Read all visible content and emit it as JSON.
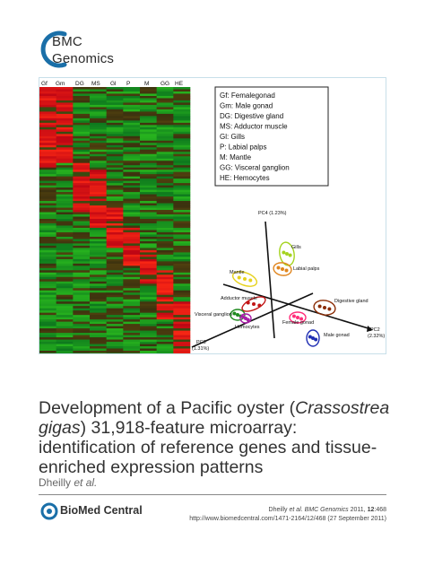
{
  "journal": {
    "line1": "BMC",
    "line2": "Genomics"
  },
  "figure": {
    "heatmap_columns": [
      "Gf",
      "Gm",
      "DG",
      "MS",
      "Gl",
      "P",
      "M",
      "GG",
      "HE"
    ],
    "legend": [
      "Gf: Femalegonad",
      "Gm: Male gonad",
      "DG: Digestive gland",
      "MS: Adductor muscle",
      "Gl: Gills",
      "P: Labial palps",
      "M: Mantle",
      "GG: Visceral ganglion",
      "HE: Hemocytes"
    ],
    "pca": {
      "pc4_label": "PC4 (1.23%)",
      "pc2_label": "PC2",
      "pc2_value": "(2.32%)",
      "pc3_label": "PC3",
      "pc3_value": "(1.31%)",
      "clusters": [
        {
          "label": "Gills",
          "color": "#a5d31f"
        },
        {
          "label": "Labial palps",
          "color": "#e0851e"
        },
        {
          "label": "Mantle",
          "color": "#e6d21e"
        },
        {
          "label": "Adductor muscle",
          "color": "#c21515"
        },
        {
          "label": "Digestive gland",
          "color": "#8b2c05"
        },
        {
          "label": "Visceral ganglion",
          "color": "#1f8a1f"
        },
        {
          "label": "Hemocytes",
          "color": "#a81ea8"
        },
        {
          "label": "Female gonad",
          "color": "#ff2e7a"
        },
        {
          "label": "Male gonad",
          "color": "#1f2eb3"
        }
      ]
    }
  },
  "paper": {
    "title_part1": "Development of a Pacific oyster (",
    "title_species": "Crassostrea gigas",
    "title_part2": ") 31,918-feature microarray: identification of reference genes and tissue-enriched expression patterns",
    "author": "Dheilly",
    "et_al": "et al."
  },
  "footer": {
    "publisher": "BioMed Central",
    "citation_authors": "Dheilly",
    "citation_etal": "et al.",
    "citation_journal": "BMC Genomics",
    "citation_year": "2011,",
    "citation_volume": "12",
    "citation_article": ":468",
    "url": "http://www.biomedcentral.com/1471-2164/12/468",
    "date": "(27 September 2011)"
  }
}
